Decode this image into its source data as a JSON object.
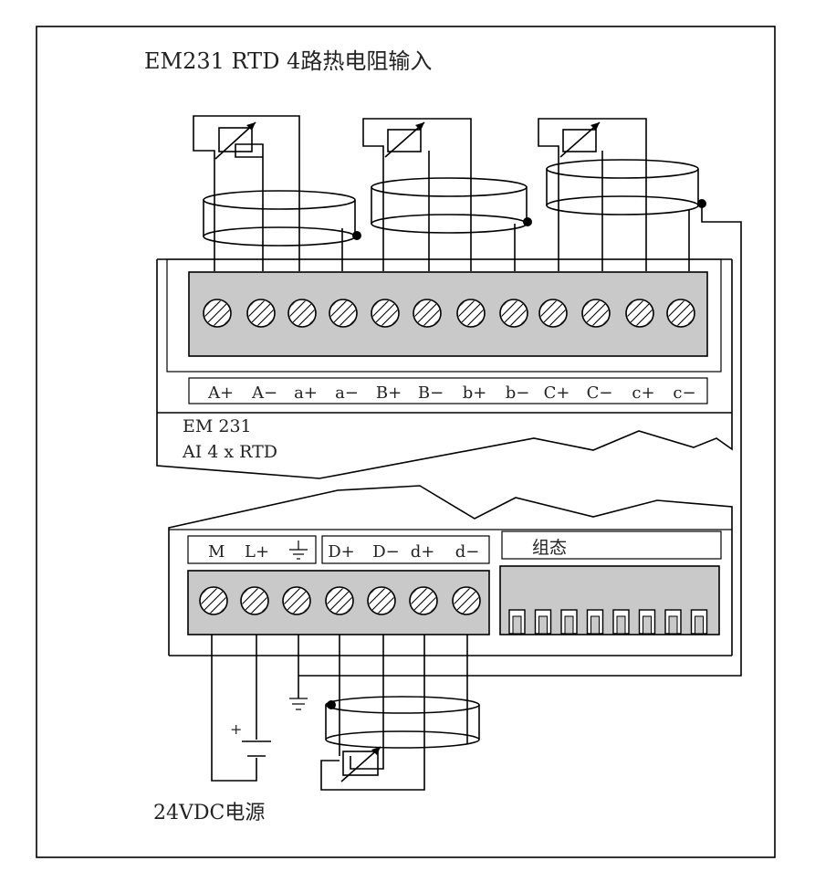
{
  "title": "EM231 RTD 4路热电阻输入",
  "module": {
    "line1": "EM 231",
    "line2": "AI 4 x RTD"
  },
  "top_terminals": [
    "A+",
    "A−",
    "a+",
    "a−",
    "B+",
    "B−",
    "b+",
    "b−",
    "C+",
    "C−",
    "c+",
    "c−"
  ],
  "bottom_terminals": {
    "power": [
      "M",
      "L+"
    ],
    "ground_symbol": "ground-icon",
    "channel_d": [
      "D+",
      "D−",
      "d+",
      "d−"
    ]
  },
  "config_label": "组态",
  "dip_switch_count": 8,
  "power_plus": "+",
  "power_label": "24VDC电源"
}
